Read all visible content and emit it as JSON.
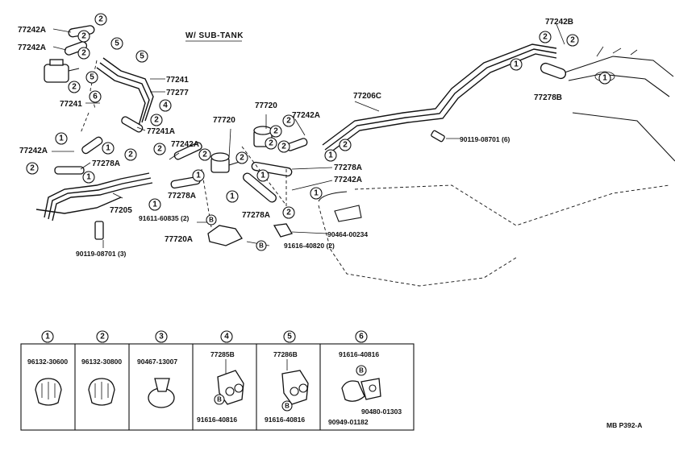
{
  "header": {
    "subtank": "W/ SUB-TANK"
  },
  "part_labels": {
    "p77242A_1": "77242A",
    "p77242A_2": "77242A",
    "p77241_1": "77241",
    "p77277": "77277",
    "p77241_2": "77241",
    "p77241A": "77241A",
    "p77720_1": "77720",
    "p77720_2": "77720",
    "p77242A_3": "77242A",
    "p77242A_4": "77242A",
    "p77242A_5": "77242A",
    "p77206C": "77206C",
    "p77242B": "77242B",
    "p77278B": "77278B",
    "p77278A_1": "77278A",
    "p77278A_2": "77278A",
    "p77278A_3": "77278A",
    "p77278A_4": "77278A",
    "p77205": "77205",
    "p77720A": "77720A",
    "p90119_6": "90119-08701 (6)",
    "p90119_3": "90119-08701 (3)",
    "p91611": "91611-60835 (2)",
    "p90464": "90464-00234",
    "p91616": "91616-40820 (2)"
  },
  "legend": {
    "items": [
      {
        "index": "1",
        "parts": [
          "96132-30600"
        ]
      },
      {
        "index": "2",
        "parts": [
          "96132-30800"
        ]
      },
      {
        "index": "3",
        "parts": [
          "90467-13007"
        ]
      },
      {
        "index": "4",
        "parts": [
          "77285B",
          "91616-40816"
        ]
      },
      {
        "index": "5",
        "parts": [
          "77286B",
          "91616-40816"
        ]
      },
      {
        "index": "6",
        "parts": [
          "91616-40816",
          "90480-01303",
          "90949-01182"
        ]
      }
    ]
  },
  "callouts": {
    "one": "1",
    "two": "2",
    "four": "4",
    "five": "5",
    "six": "6",
    "b": "B"
  },
  "footer": {
    "code": "MB  P392-A"
  }
}
